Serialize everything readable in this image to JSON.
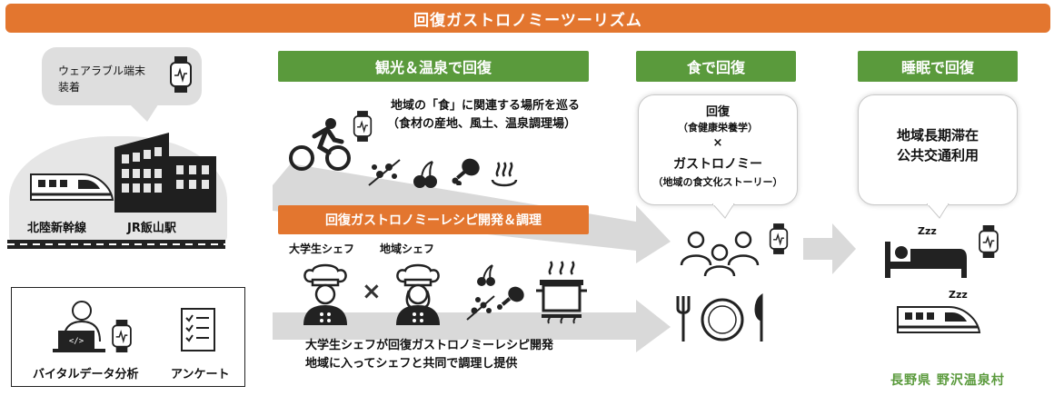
{
  "title": "回復ガストロノミーツーリズム",
  "wearable": {
    "line1": "ウェアラブル端末",
    "line2": "装着"
  },
  "station": {
    "shinkansen": "北陸新幹線",
    "station": "JR飯山駅"
  },
  "measure": {
    "vital": "バイタルデータ分析",
    "survey": "アンケート"
  },
  "sightseeing": {
    "header": "観光＆温泉で回復",
    "line1": "地域の「食」に関連する場所を巡る",
    "line2": "（食材の産地、風土、温泉調理場）"
  },
  "recipe": {
    "header": "回復ガストロノミーレシピ開発＆調理",
    "student_chef": "大学生シェフ",
    "local_chef": "地域シェフ",
    "cross": "×",
    "desc1": "大学生シェフが回復ガストロノミーレシピ開発",
    "desc2": "地域に入ってシェフと共同で調理し提供"
  },
  "food": {
    "header": "食で回復",
    "line1": "回復",
    "line2": "（食健康栄養学）",
    "cross": "×",
    "line3": "ガストロノミー",
    "line4": "（地域の食文化ストーリー）"
  },
  "sleep": {
    "header": "睡眠で回復",
    "line1": "地域長期滞在",
    "line2": "公共交通利用",
    "zzz": "Zzz"
  },
  "footer": {
    "brand": "長野県 野沢温泉村"
  },
  "colors": {
    "orange": "#e3762f",
    "green": "#5a9a3c",
    "gray": "#dedede",
    "arrow": "#d9d9d9"
  }
}
